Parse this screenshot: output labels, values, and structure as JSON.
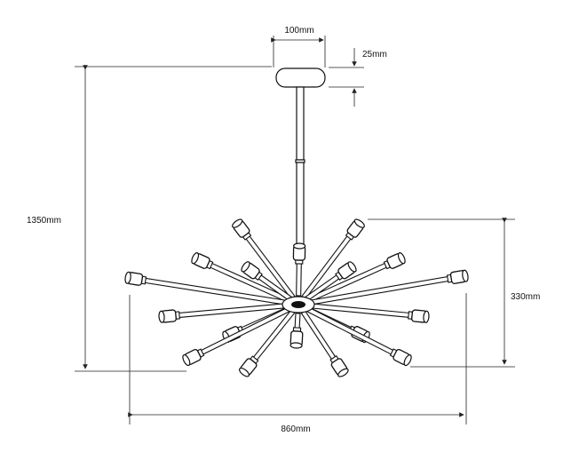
{
  "dimensions": {
    "canopy_diameter": "100mm",
    "canopy_height": "25mm",
    "total_height": "1350mm",
    "fixture_height": "330mm",
    "fixture_width": "860mm"
  },
  "colors": {
    "line": "#111111",
    "background": "#ffffff"
  }
}
